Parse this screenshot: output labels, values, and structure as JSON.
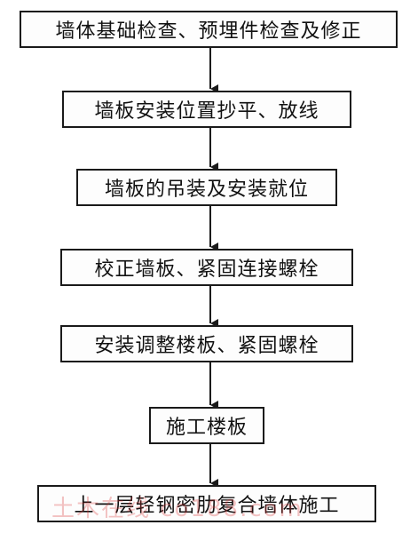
{
  "steps": [
    "墙体基础检查、预埋件检查及修正",
    "墙板安装位置抄平、放线",
    "墙板的吊装及安装就位",
    "校正墙板、紧固连接螺栓",
    "安装调整楼板、紧固螺栓",
    "施工楼板",
    "上一层轻钢密肋复合墙体施工"
  ],
  "watermark": "土木在线 co188.com",
  "colors": {
    "line": "#1a1a1a",
    "watermark": "#d92b2b"
  }
}
